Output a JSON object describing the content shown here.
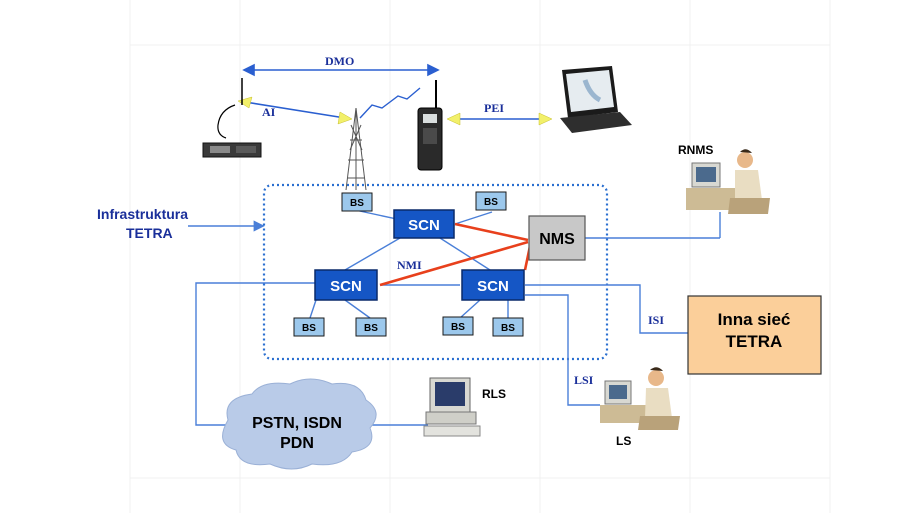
{
  "labels": {
    "dmo": "DMO",
    "ai": "AI",
    "pei": "PEI",
    "rnms": "RNMS",
    "infra_line1": "Infrastruktura",
    "infra_line2": "TETRA",
    "nms": "NMS",
    "nmi": "NMI",
    "scn": "SCN",
    "bs": "BS",
    "isi": "ISI",
    "lsi": "LSI",
    "other_line1": "Inna sieć",
    "other_line2": "TETRA",
    "rls": "RLS",
    "ls": "LS",
    "pstn_line1": "PSTN, ISDN",
    "pstn_line2": "PDN"
  },
  "colors": {
    "link_blue": "#4a7fd8",
    "scn_fill": "#1556c5",
    "bs_fill": "#9cc8ec",
    "nms_fill": "#c8c8c8",
    "red_link": "#e8401c",
    "other_net_fill": "#fbcf9a",
    "cloud_fill": "#b9cbe8",
    "arrow_yellow": "#f2f06a",
    "label_blue": "#1a2f9a"
  }
}
